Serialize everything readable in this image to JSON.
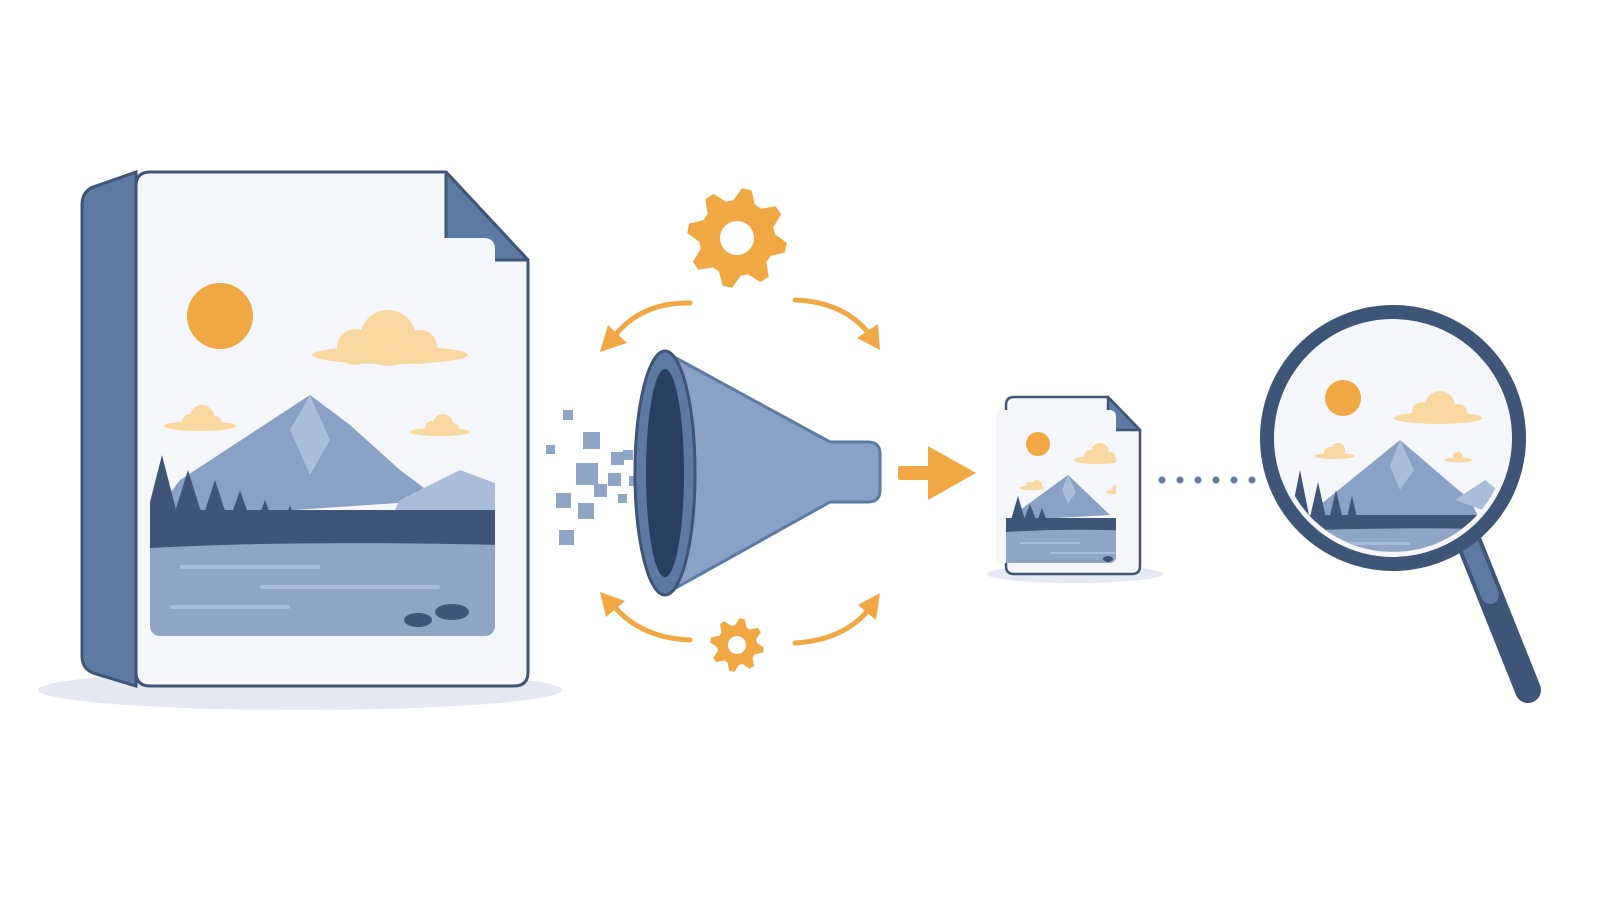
{
  "diagram": {
    "stages": [
      {
        "id": "source-image",
        "icon": "large-image-file-icon"
      },
      {
        "id": "compressor",
        "icon": "funnel-icon"
      },
      {
        "id": "output-image",
        "icon": "small-image-file-icon"
      },
      {
        "id": "inspection",
        "icon": "magnifying-glass-icon"
      }
    ],
    "decorations": [
      "gear-icon",
      "cycle-arrow-icon",
      "pixel-particles-icon",
      "right-arrow-icon",
      "dotted-connector"
    ]
  },
  "colors": {
    "background": "#ffffff",
    "navy": "#3f5577",
    "slate": "#5d7aa3",
    "slate_light": "#8fa5c6",
    "mountain": "#8aa0c4",
    "mountain_light": "#a9bcd9",
    "paper": "#f4f6fa",
    "accent_orange": "#f0a845",
    "cloud": "#f8d8a0",
    "shadow": "#e6e9f1"
  }
}
